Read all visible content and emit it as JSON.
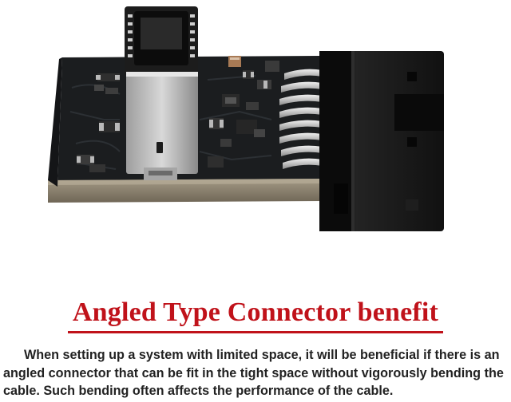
{
  "heading": {
    "text": "Angled Type Connector benefit",
    "color": "#c0121a"
  },
  "description": {
    "text": "When setting up a system with limited space, it will be beneficial if there is an angled connector that can be fit in the tight space without vigorously bending the cable. Such bending often affects the performance of the cable."
  },
  "photo": {
    "subject": "angled-connector-adapter-board",
    "colors": {
      "pcb": "#1b1d1f",
      "pcb_edge": "#8f8572",
      "connector_housing": "#161616",
      "pins": "#c9c9c9",
      "shield": "#b9b9b9"
    }
  }
}
